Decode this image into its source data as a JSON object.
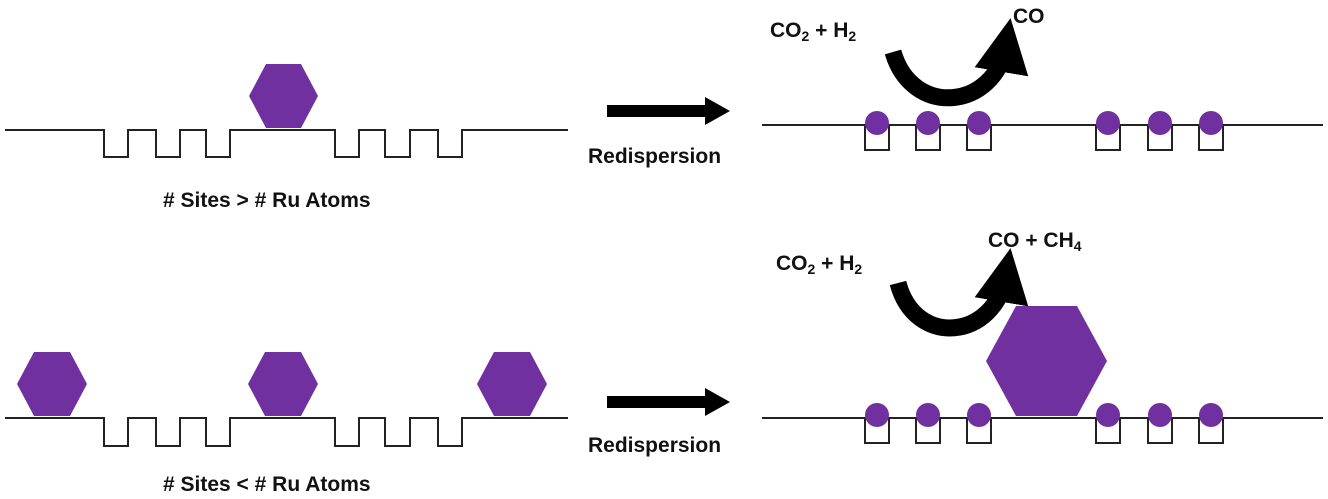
{
  "labels": {
    "top_condition": "# Sites > # Ru Atoms",
    "bottom_condition": "# Sites < # Ru Atoms",
    "top_process": "Redispersion",
    "bottom_process": "Redispersion",
    "top_reactant": {
      "main": "CO",
      "sub": "2",
      "rest": " + H",
      "sub2": "2"
    },
    "top_product": "CO",
    "bottom_reactant": {
      "main": "CO",
      "sub": "2",
      "rest": " + H",
      "sub2": "2"
    },
    "bottom_product": {
      "main": "CO + CH",
      "sub": "4"
    }
  },
  "colors": {
    "ru": "#7030a0",
    "line": "#222222",
    "arrow": "#000000"
  }
}
